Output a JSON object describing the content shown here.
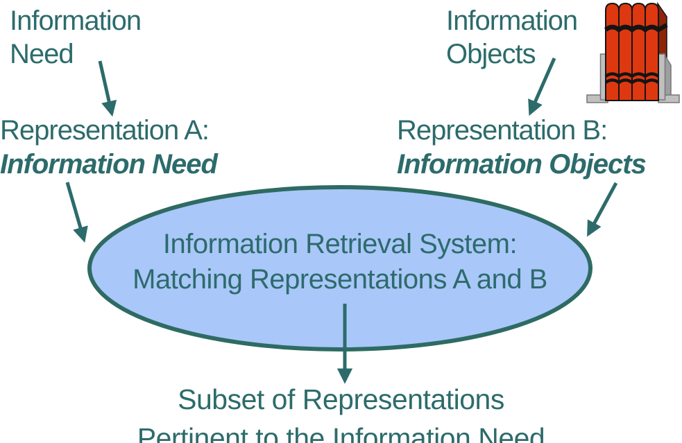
{
  "colors": {
    "teal": "#2D6B6B",
    "ellipse_fill": "#A9C7F9",
    "ellipse_stroke": "#2E6B62",
    "book_red": "#DE3811",
    "book_dark_red": "#8E2408",
    "bookend_gray": "#C0C0C0",
    "bookend_gray_dark": "#9E9E9E",
    "band_black": "#141414"
  },
  "nodes": {
    "information_need": {
      "line1": "Information",
      "line2": "Need"
    },
    "information_objects": {
      "line1": "Information",
      "line2": "Objects"
    },
    "representation_a": {
      "title": "Representation A:",
      "emphasis": "Information Need"
    },
    "representation_b": {
      "title": "Representation B:",
      "emphasis": "Information Objects"
    },
    "ir_system": {
      "line1": "Information Retrieval System:",
      "line2": "Matching Representations A and B"
    },
    "result": {
      "line1": "Subset of Representations",
      "line2": "Pertinent to the Information Need"
    }
  },
  "icons": {
    "books": "books-stack-icon"
  },
  "edges": [
    {
      "from": "information_need",
      "to": "representation_a"
    },
    {
      "from": "information_objects",
      "to": "representation_b"
    },
    {
      "from": "representation_a",
      "to": "ir_system"
    },
    {
      "from": "representation_b",
      "to": "ir_system"
    },
    {
      "from": "ir_system",
      "to": "result"
    }
  ]
}
